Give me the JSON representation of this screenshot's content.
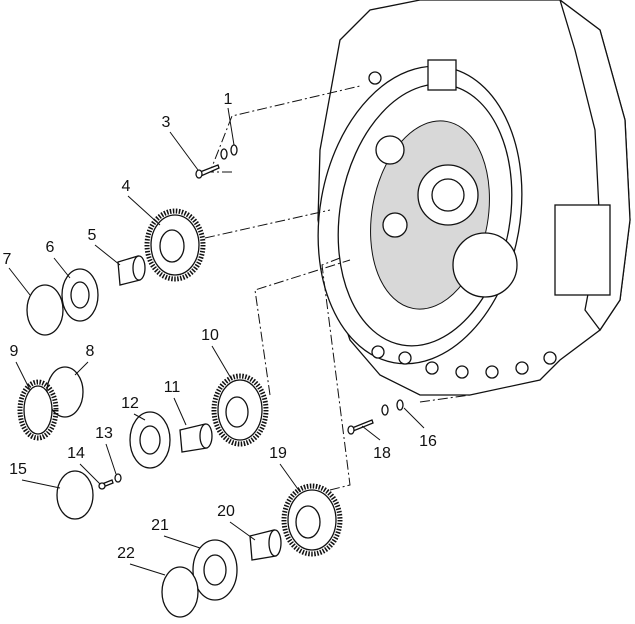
{
  "diagram": {
    "title": "Exploded parts view: transmission housing gears and bearings",
    "callouts": [
      "1",
      "3",
      "4",
      "5",
      "6",
      "7",
      "8",
      "9",
      "10",
      "11",
      "12",
      "13",
      "14",
      "15",
      "16",
      "18",
      "19",
      "20",
      "21",
      "22"
    ]
  }
}
